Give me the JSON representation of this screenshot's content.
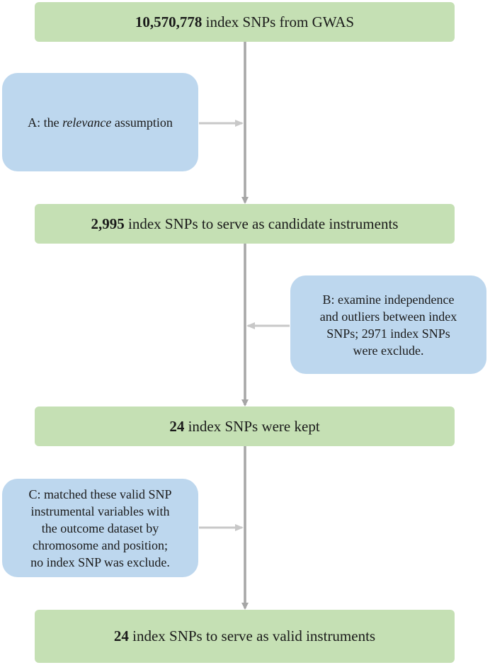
{
  "steps": [
    {
      "count": "10,570,778",
      "text": " index SNPs from GWAS"
    },
    {
      "count": "2,995",
      "text": " index SNPs to serve as candidate instruments"
    },
    {
      "count": "24",
      "text": " index SNPs were kept"
    },
    {
      "count": "24",
      "text": " index SNPs to serve as valid instruments"
    }
  ],
  "notes": {
    "a": {
      "prefix": "A: the ",
      "emph": "relevance",
      "suffix": " assumption"
    },
    "b": {
      "lines": [
        "B: examine independence",
        "and outliers between index",
        "SNPs; 2971 index SNPs",
        "were exclude."
      ]
    },
    "c": {
      "lines": [
        "C: matched these valid SNP",
        "instrumental variables with",
        "the outcome dataset by",
        "chromosome and position;",
        "no index SNP was exclude."
      ]
    }
  },
  "colors": {
    "step_fill": "#c5e0b4",
    "note_fill": "#bdd7ee",
    "main_arrow": "#a6a6a6",
    "side_arrow": "#c8c8c8"
  }
}
